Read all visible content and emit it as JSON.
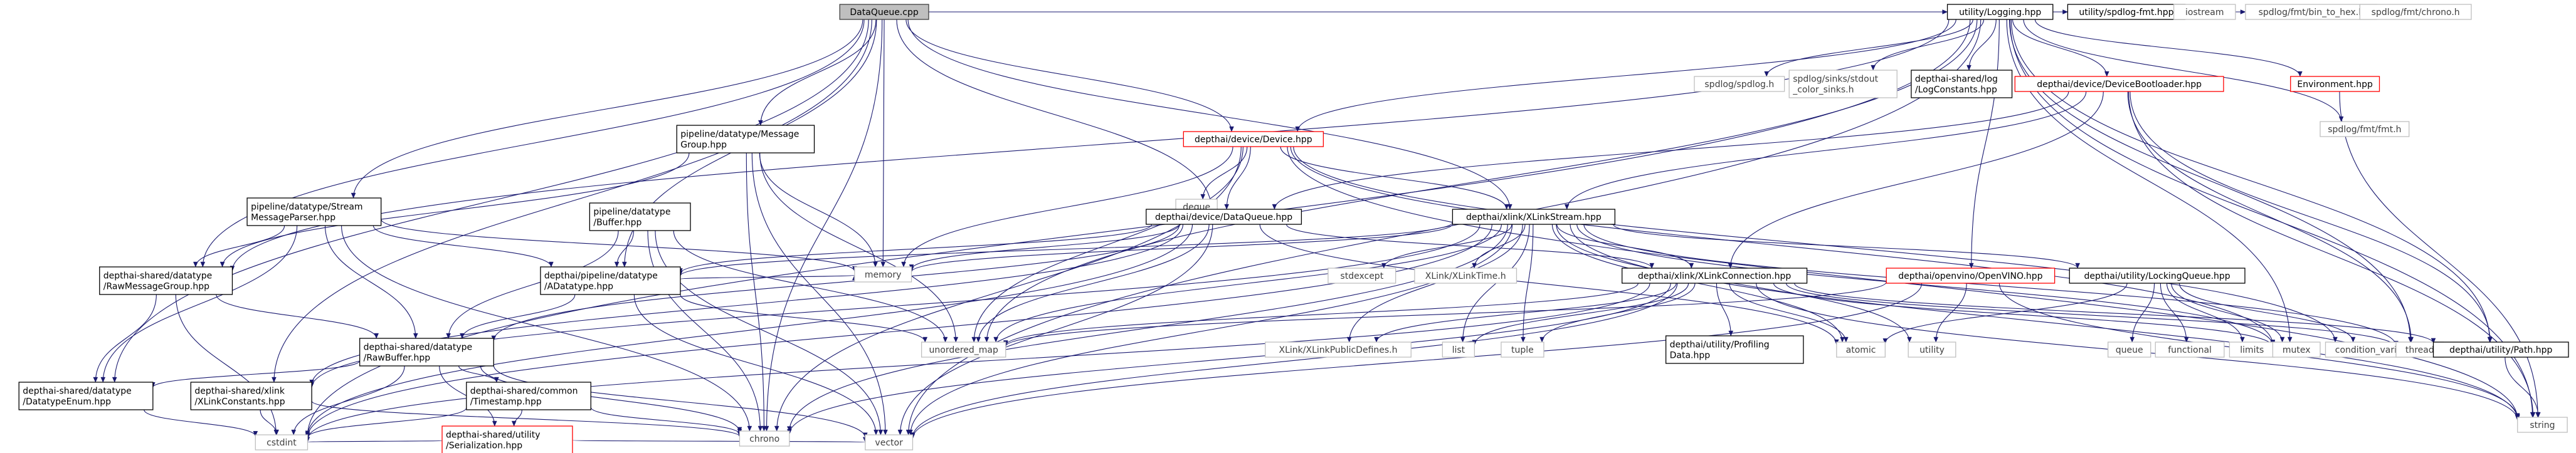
{
  "diagram": {
    "colors": {
      "edge": "#191970",
      "root_fill": "#bfbfbf",
      "root_stroke": "#404040",
      "header_stroke": "#000000",
      "red_stroke": "#ff0000",
      "plain_stroke": "#bfbfbf",
      "text_dark": "#000000",
      "text_plain": "#404040"
    },
    "nodes": [
      {
        "id": "root",
        "lines": [
          "DataQueue.cpp"
        ],
        "kind": "root"
      },
      {
        "id": "logging",
        "lines": [
          "utility/Logging.hpp"
        ],
        "kind": "header"
      },
      {
        "id": "spdlogfmt",
        "lines": [
          "utility/spdlog-fmt.hpp"
        ],
        "kind": "header"
      },
      {
        "id": "iostream",
        "lines": [
          "iostream"
        ],
        "kind": "plain"
      },
      {
        "id": "binhex",
        "lines": [
          "spdlog/fmt/bin_to_hex.h"
        ],
        "kind": "plain"
      },
      {
        "id": "chronoh",
        "lines": [
          "spdlog/fmt/chrono.h"
        ],
        "kind": "plain"
      },
      {
        "id": "spdlogh",
        "lines": [
          "spdlog/spdlog.h"
        ],
        "kind": "plain"
      },
      {
        "id": "stdoutsinks",
        "lines": [
          "spdlog/sinks/stdout",
          "_color_sinks.h"
        ],
        "kind": "plain"
      },
      {
        "id": "logconstants",
        "lines": [
          "depthai-shared/log",
          "/LogConstants.hpp"
        ],
        "kind": "header"
      },
      {
        "id": "bootloader",
        "lines": [
          "depthai/device/DeviceBootloader.hpp"
        ],
        "kind": "red"
      },
      {
        "id": "environment",
        "lines": [
          "Environment.hpp"
        ],
        "kind": "red"
      },
      {
        "id": "fmth",
        "lines": [
          "spdlog/fmt/fmt.h"
        ],
        "kind": "plain"
      },
      {
        "id": "msggroup",
        "lines": [
          "pipeline/datatype/Message",
          "Group.hpp"
        ],
        "kind": "header"
      },
      {
        "id": "device",
        "lines": [
          "depthai/device/Device.hpp"
        ],
        "kind": "red"
      },
      {
        "id": "deque",
        "lines": [
          "deque"
        ],
        "kind": "plain"
      },
      {
        "id": "streamparser",
        "lines": [
          "pipeline/datatype/Stream",
          "MessageParser.hpp"
        ],
        "kind": "header"
      },
      {
        "id": "bufferhpp",
        "lines": [
          "pipeline/datatype",
          "/Buffer.hpp"
        ],
        "kind": "header"
      },
      {
        "id": "dataqueue",
        "lines": [
          "depthai/device/DataQueue.hpp"
        ],
        "kind": "header"
      },
      {
        "id": "xlinkstream",
        "lines": [
          "depthai/xlink/XLinkStream.hpp"
        ],
        "kind": "header"
      },
      {
        "id": "memory",
        "lines": [
          "memory"
        ],
        "kind": "plain"
      },
      {
        "id": "rawmsggroup",
        "lines": [
          "depthai-shared/datatype",
          "/RawMessageGroup.hpp"
        ],
        "kind": "header"
      },
      {
        "id": "adatatype",
        "lines": [
          "depthai/pipeline/datatype",
          "/ADatatype.hpp"
        ],
        "kind": "header"
      },
      {
        "id": "stdexcept",
        "lines": [
          "stdexcept"
        ],
        "kind": "plain"
      },
      {
        "id": "xlinktime",
        "lines": [
          "XLink/XLinkTime.h"
        ],
        "kind": "plain"
      },
      {
        "id": "xlinkconn",
        "lines": [
          "depthai/xlink/XLinkConnection.hpp"
        ],
        "kind": "header"
      },
      {
        "id": "openvino",
        "lines": [
          "depthai/openvino/OpenVINO.hpp"
        ],
        "kind": "red"
      },
      {
        "id": "lockingqueue",
        "lines": [
          "depthai/utility/LockingQueue.hpp"
        ],
        "kind": "header"
      },
      {
        "id": "unorderedmap",
        "lines": [
          "unordered_map"
        ],
        "kind": "plain"
      },
      {
        "id": "xlinkpublic",
        "lines": [
          "XLink/XLinkPublicDefines.h"
        ],
        "kind": "plain"
      },
      {
        "id": "list",
        "lines": [
          "list"
        ],
        "kind": "plain"
      },
      {
        "id": "tuple",
        "lines": [
          "tuple"
        ],
        "kind": "plain"
      },
      {
        "id": "profiling",
        "lines": [
          "depthai/utility/Profiling",
          "Data.hpp"
        ],
        "kind": "header"
      },
      {
        "id": "atomic",
        "lines": [
          "atomic"
        ],
        "kind": "plain"
      },
      {
        "id": "utilityh",
        "lines": [
          "utility"
        ],
        "kind": "plain"
      },
      {
        "id": "queue",
        "lines": [
          "queue"
        ],
        "kind": "plain"
      },
      {
        "id": "functional",
        "lines": [
          "functional"
        ],
        "kind": "plain"
      },
      {
        "id": "limits",
        "lines": [
          "limits"
        ],
        "kind": "plain"
      },
      {
        "id": "mutex",
        "lines": [
          "mutex"
        ],
        "kind": "plain"
      },
      {
        "id": "condvar",
        "lines": [
          "condition_variable"
        ],
        "kind": "plain"
      },
      {
        "id": "thread",
        "lines": [
          "thread"
        ],
        "kind": "plain"
      },
      {
        "id": "pathhpp",
        "lines": [
          "depthai/utility/Path.hpp"
        ],
        "kind": "header"
      },
      {
        "id": "string",
        "lines": [
          "string"
        ],
        "kind": "plain"
      },
      {
        "id": "rawbuffer",
        "lines": [
          "depthai-shared/datatype",
          "/RawBuffer.hpp"
        ],
        "kind": "header"
      },
      {
        "id": "dtenum",
        "lines": [
          "depthai-shared/datatype",
          "/DatatypeEnum.hpp"
        ],
        "kind": "header"
      },
      {
        "id": "xlinkconst",
        "lines": [
          "depthai-shared/xlink",
          "/XLinkConstants.hpp"
        ],
        "kind": "header"
      },
      {
        "id": "timestamp",
        "lines": [
          "depthai-shared/common",
          "/Timestamp.hpp"
        ],
        "kind": "header"
      },
      {
        "id": "serialization",
        "lines": [
          "depthai-shared/utility",
          "/Serialization.hpp"
        ],
        "kind": "red"
      },
      {
        "id": "chrono",
        "lines": [
          "chrono"
        ],
        "kind": "plain"
      },
      {
        "id": "cstdint",
        "lines": [
          "cstdint"
        ],
        "kind": "plain"
      },
      {
        "id": "vector",
        "lines": [
          "vector"
        ],
        "kind": "plain"
      }
    ],
    "edges": [
      [
        "root",
        "logging"
      ],
      [
        "root",
        "spdlogfmt"
      ],
      [
        "root",
        "iostream"
      ],
      [
        "root",
        "binhex"
      ],
      [
        "root",
        "chronoh"
      ],
      [
        "root",
        "msggroup"
      ],
      [
        "root",
        "device"
      ],
      [
        "root",
        "streamparser"
      ],
      [
        "root",
        "dataqueue"
      ],
      [
        "root",
        "xlinkstream"
      ],
      [
        "root",
        "memory"
      ],
      [
        "root",
        "adatatype"
      ],
      [
        "root",
        "rawmsggroup"
      ],
      [
        "root",
        "dtenum"
      ],
      [
        "root",
        "xlinkconst"
      ],
      [
        "root",
        "chrono"
      ],
      [
        "logging",
        "spdlogh"
      ],
      [
        "logging",
        "stdoutsinks"
      ],
      [
        "logging",
        "logconstants"
      ],
      [
        "logging",
        "bootloader"
      ],
      [
        "logging",
        "environment"
      ],
      [
        "logging",
        "fmth"
      ],
      [
        "logging",
        "device"
      ],
      [
        "logging",
        "string"
      ],
      [
        "logging",
        "thread"
      ],
      [
        "logging",
        "mutex"
      ],
      [
        "logging",
        "pathhpp"
      ],
      [
        "logging",
        "vector"
      ],
      [
        "logging",
        "unorderedmap"
      ],
      [
        "logging",
        "openvino"
      ],
      [
        "logging",
        "cstdint"
      ],
      [
        "logging",
        "rawmsggroup"
      ],
      [
        "bootloader",
        "dataqueue"
      ],
      [
        "bootloader",
        "xlinkstream"
      ],
      [
        "bootloader",
        "xlinkconn"
      ],
      [
        "bootloader",
        "pathhpp"
      ],
      [
        "bootloader",
        "string"
      ],
      [
        "bootloader",
        "thread"
      ],
      [
        "environment",
        "string"
      ],
      [
        "msggroup",
        "rawmsggroup"
      ],
      [
        "msggroup",
        "memory"
      ],
      [
        "msggroup",
        "unorderedmap"
      ],
      [
        "msggroup",
        "chrono"
      ],
      [
        "msggroup",
        "vector"
      ],
      [
        "device",
        "deque"
      ],
      [
        "device",
        "dataqueue"
      ],
      [
        "device",
        "xlinkstream"
      ],
      [
        "device",
        "memory"
      ],
      [
        "device",
        "unorderedmap"
      ],
      [
        "device",
        "chrono"
      ],
      [
        "device",
        "string"
      ],
      [
        "device",
        "mutex"
      ],
      [
        "device",
        "condvar"
      ],
      [
        "streamparser",
        "rawmsggroup"
      ],
      [
        "streamparser",
        "adatatype"
      ],
      [
        "streamparser",
        "rawbuffer"
      ],
      [
        "streamparser",
        "memory"
      ],
      [
        "streamparser",
        "chrono"
      ],
      [
        "streamparser",
        "dtenum"
      ],
      [
        "bufferhpp",
        "adatatype"
      ],
      [
        "bufferhpp",
        "rawbuffer"
      ],
      [
        "bufferhpp",
        "chrono"
      ],
      [
        "bufferhpp",
        "vector"
      ],
      [
        "bufferhpp",
        "unorderedmap"
      ],
      [
        "dataqueue",
        "adatatype"
      ],
      [
        "dataqueue",
        "memory"
      ],
      [
        "dataqueue",
        "xlinkconn"
      ],
      [
        "dataqueue",
        "xlinkconst"
      ],
      [
        "dataqueue",
        "unorderedmap"
      ],
      [
        "dataqueue",
        "atomic"
      ],
      [
        "dataqueue",
        "vector"
      ],
      [
        "dataqueue",
        "cstdint"
      ],
      [
        "dataqueue",
        "rawbuffer"
      ],
      [
        "xlinkstream",
        "xlinkconn"
      ],
      [
        "xlinkstream",
        "lockingqueue"
      ],
      [
        "xlinkstream",
        "stdexcept"
      ],
      [
        "xlinkstream",
        "xlinktime"
      ],
      [
        "xlinkstream",
        "xlinkpublic"
      ],
      [
        "xlinkstream",
        "memory"
      ],
      [
        "xlinkstream",
        "adatatype"
      ],
      [
        "xlinkstream",
        "list"
      ],
      [
        "xlinkstream",
        "tuple"
      ],
      [
        "xlinkstream",
        "chrono"
      ],
      [
        "xlinkstream",
        "vector"
      ],
      [
        "xlinkstream",
        "atomic"
      ],
      [
        "xlinkstream",
        "utilityh"
      ],
      [
        "xlinkstream",
        "mutex"
      ],
      [
        "xlinkstream",
        "thread"
      ],
      [
        "xlinkstream",
        "string"
      ],
      [
        "xlinkstream",
        "unorderedmap"
      ],
      [
        "xlinkstream",
        "xlinkconst"
      ],
      [
        "xlinkstream",
        "cstdint"
      ],
      [
        "rawmsggroup",
        "rawbuffer"
      ],
      [
        "rawmsggroup",
        "dtenum"
      ],
      [
        "rawmsggroup",
        "cstdint"
      ],
      [
        "adatatype",
        "rawbuffer"
      ],
      [
        "adatatype",
        "memory"
      ],
      [
        "adatatype",
        "unorderedmap"
      ],
      [
        "adatatype",
        "vector"
      ],
      [
        "xlinkconn",
        "xlinkpublic"
      ],
      [
        "xlinkconn",
        "profiling"
      ],
      [
        "xlinkconn",
        "pathhpp"
      ],
      [
        "xlinkconn",
        "atomic"
      ],
      [
        "xlinkconn",
        "list"
      ],
      [
        "xlinkconn",
        "tuple"
      ],
      [
        "xlinkconn",
        "string"
      ],
      [
        "xlinkconn",
        "thread"
      ],
      [
        "xlinkconn",
        "mutex"
      ],
      [
        "xlinkconn",
        "chrono"
      ],
      [
        "xlinkconn",
        "vector"
      ],
      [
        "xlinkconn",
        "cstdint"
      ],
      [
        "xlinkconn",
        "unorderedmap"
      ],
      [
        "openvino",
        "unorderedmap"
      ],
      [
        "openvino",
        "utilityh"
      ],
      [
        "openvino",
        "string"
      ],
      [
        "openvino",
        "vector"
      ],
      [
        "lockingqueue",
        "atomic"
      ],
      [
        "lockingqueue",
        "queue"
      ],
      [
        "lockingqueue",
        "functional"
      ],
      [
        "lockingqueue",
        "limits"
      ],
      [
        "lockingqueue",
        "mutex"
      ],
      [
        "lockingqueue",
        "condvar"
      ],
      [
        "pathhpp",
        "string"
      ],
      [
        "rawbuffer",
        "dtenum"
      ],
      [
        "rawbuffer",
        "timestamp"
      ],
      [
        "rawbuffer",
        "serialization"
      ],
      [
        "rawbuffer",
        "cstdint"
      ],
      [
        "rawbuffer",
        "vector"
      ],
      [
        "rawbuffer",
        "chrono"
      ],
      [
        "dtenum",
        "cstdint"
      ],
      [
        "xlinkconst",
        "cstdint"
      ],
      [
        "xlinkconst",
        "chrono"
      ],
      [
        "timestamp",
        "chrono"
      ],
      [
        "timestamp",
        "cstdint"
      ],
      [
        "timestamp",
        "serialization"
      ],
      [
        "serialization",
        "vector"
      ],
      [
        "serialization",
        "cstdint"
      ]
    ]
  }
}
